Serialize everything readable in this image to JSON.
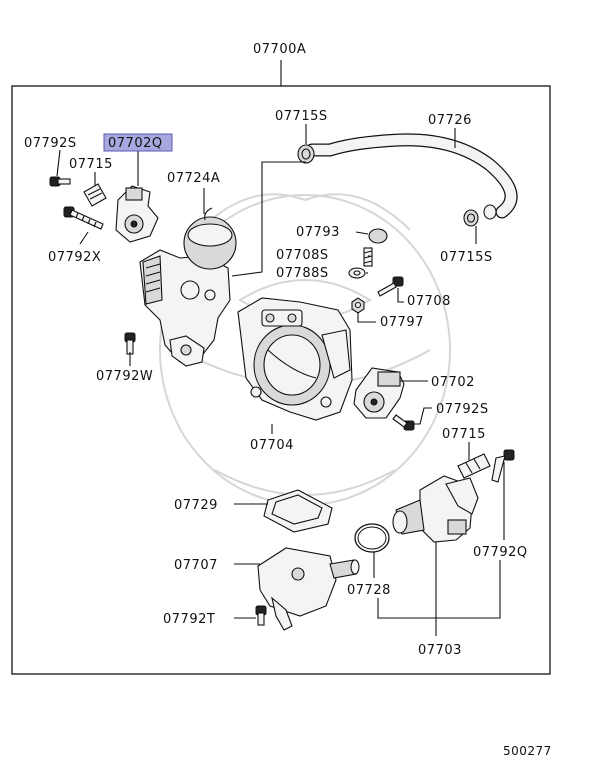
{
  "diagram": {
    "assembly_label": "07700A",
    "highlight_color": "#a8a8e0",
    "callouts": {
      "c07792S_top": "07792S",
      "c07702Q": "07702Q",
      "c07715_top": "07715",
      "c07724A": "07724A",
      "c07792X": "07792X",
      "c07792W": "07792W",
      "c07715S_top": "07715S",
      "c07726": "07726",
      "c07715S_right": "07715S",
      "c07793": "07793",
      "c07708S": "07708S",
      "c07788S": "07788S",
      "c07708": "07708",
      "c07797": "07797",
      "c07702": "07702",
      "c07792S_right": "07792S",
      "c07704": "07704",
      "c07715_right": "07715",
      "c07729": "07729",
      "c07792Q": "07792Q",
      "c07707": "07707",
      "c07728": "07728",
      "c07792T": "07792T",
      "c07703": "07703"
    },
    "diagram_number": "500277"
  }
}
